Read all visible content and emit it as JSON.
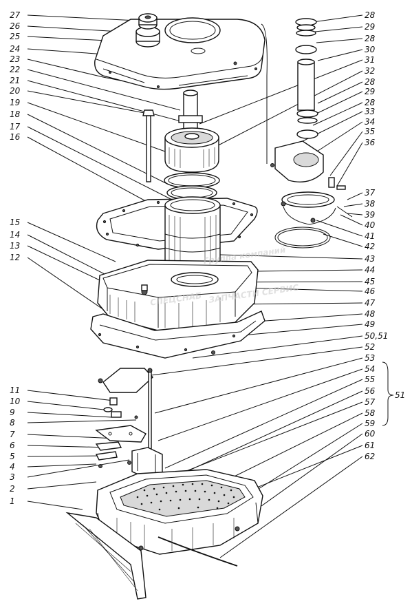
{
  "diagram": {
    "callouts_left": [
      "27",
      "26",
      "25",
      "24",
      "23",
      "22",
      "21",
      "20",
      "19",
      "18",
      "17",
      "16",
      "15",
      "14",
      "13",
      "12",
      "11",
      "10",
      "9",
      "8",
      "7",
      "6",
      "5",
      "4",
      "3",
      "2",
      "1"
    ],
    "callouts_right": [
      "28",
      "29",
      "28",
      "30",
      "31",
      "32",
      "28",
      "29",
      "28",
      "33",
      "34",
      "35",
      "36",
      "37",
      "38",
      "39",
      "40",
      "41",
      "42",
      "43",
      "44",
      "45",
      "46",
      "47",
      "48",
      "49",
      "50,51",
      "52",
      "53",
      "54",
      "55",
      "56",
      "57",
      "58",
      "59",
      "60",
      "61",
      "62"
    ],
    "group_label": "51",
    "watermark": [
      "Группа компаний",
      "СПЕЦСНАБ",
      "ЗАПЧАСТИ СЕРВИС"
    ]
  }
}
